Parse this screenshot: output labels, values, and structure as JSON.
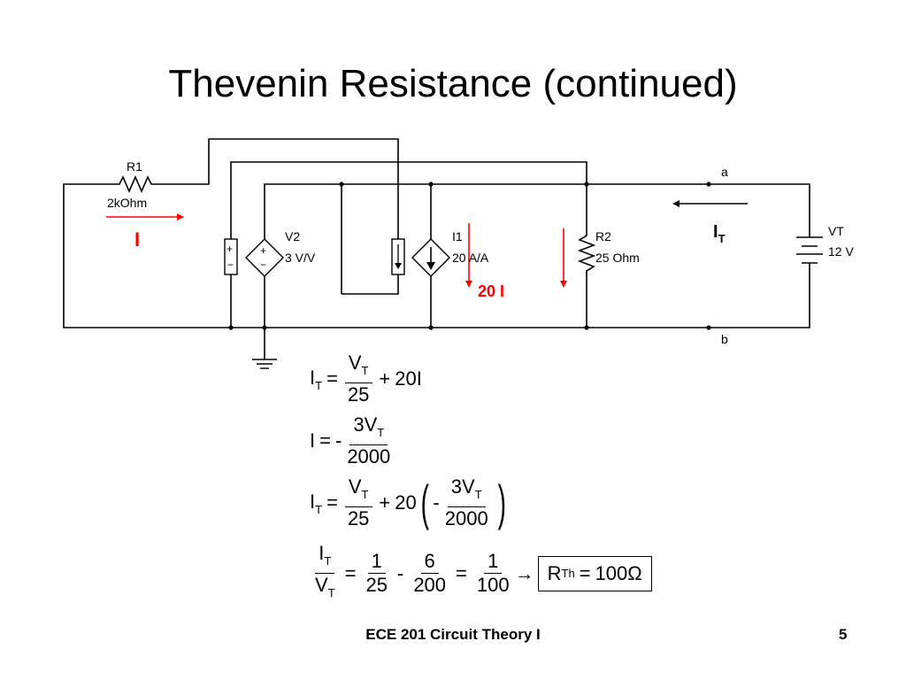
{
  "slide": {
    "title": "Thevenin Resistance (continued)",
    "footer": "ECE 201 Circuit Theory I",
    "page_number": "5"
  },
  "circuit": {
    "r1_name": "R1",
    "r1_value": "2kOhm",
    "current_i": "I",
    "v2_name": "V2",
    "v2_value": "3 V/V",
    "plus_sign": "+",
    "minus_sign": "−",
    "i1_name": "I1",
    "i1_value": "20 A/A",
    "current_20i": "20 I",
    "r2_name": "R2",
    "r2_value": "25 Ohm",
    "node_a": "a",
    "node_b": "b",
    "it_main": "I",
    "it_sub": "T",
    "vt_name": "VT",
    "vt_value": "12 V",
    "accent_red": "#ff0000"
  },
  "equations": {
    "eq1": {
      "lhs": "I",
      "lhs_sub": "T",
      "eq": "=",
      "num": "V",
      "num_sub": "T",
      "den": "25",
      "plus": "+",
      "tail": "20I"
    },
    "eq2": {
      "lhs": "I",
      "eq": "=",
      "neg": "-",
      "num": "3V",
      "num_sub": "T",
      "den": "2000"
    },
    "eq3": {
      "lhs": "I",
      "lhs_sub": "T",
      "eq": "=",
      "num": "V",
      "num_sub": "T",
      "den": "25",
      "plus": "+",
      "coef": "20",
      "neg": "-",
      "num2": "3V",
      "num2_sub": "T",
      "den2": "2000",
      "lparen": "(",
      "rparen": ")"
    },
    "eq4": {
      "num_l": "I",
      "num_l_sub": "T",
      "den_l": "V",
      "den_l_sub": "T",
      "eq": "=",
      "n1": "1",
      "d1": "25",
      "minus": "-",
      "n2": "6",
      "d2": "200",
      "eq2": "=",
      "n3": "1",
      "d3": "100",
      "arrow": "→",
      "r": "R",
      "r_sub": "Th",
      "eq3": "=",
      "result": "100Ω"
    }
  }
}
